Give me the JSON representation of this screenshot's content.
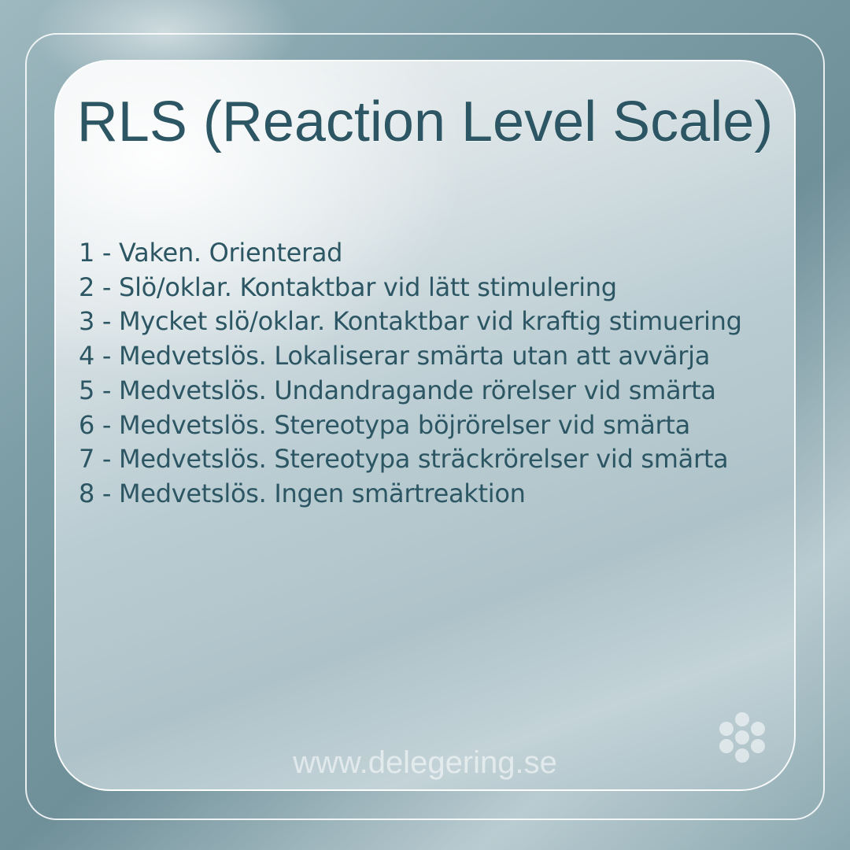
{
  "title": "RLS (Reaction Level Scale)",
  "levels": [
    "1 - Vaken. Orienterad",
    "2 - Slö/oklar. Kontaktbar vid lätt stimulering",
    "3 - Mycket slö/oklar. Kontaktbar vid kraftig stimuering",
    "4 - Medvetslös. Lokaliserar smärta utan att avvärja",
    "5 - Medvetslös. Undandragande rörelser vid smärta",
    "6 - Medvetslös. Stereotypa böjrörelser vid smärta",
    "7 - Medvetslös. Stereotypa sträckrörelser vid smärta",
    "8 - Medvetslös. Ingen smärtreaktion"
  ],
  "footer_url": "www.delegering.se",
  "logo_icon": "flower-dots-icon",
  "colors": {
    "text": "#2c5663",
    "frame": "#ffffff"
  }
}
